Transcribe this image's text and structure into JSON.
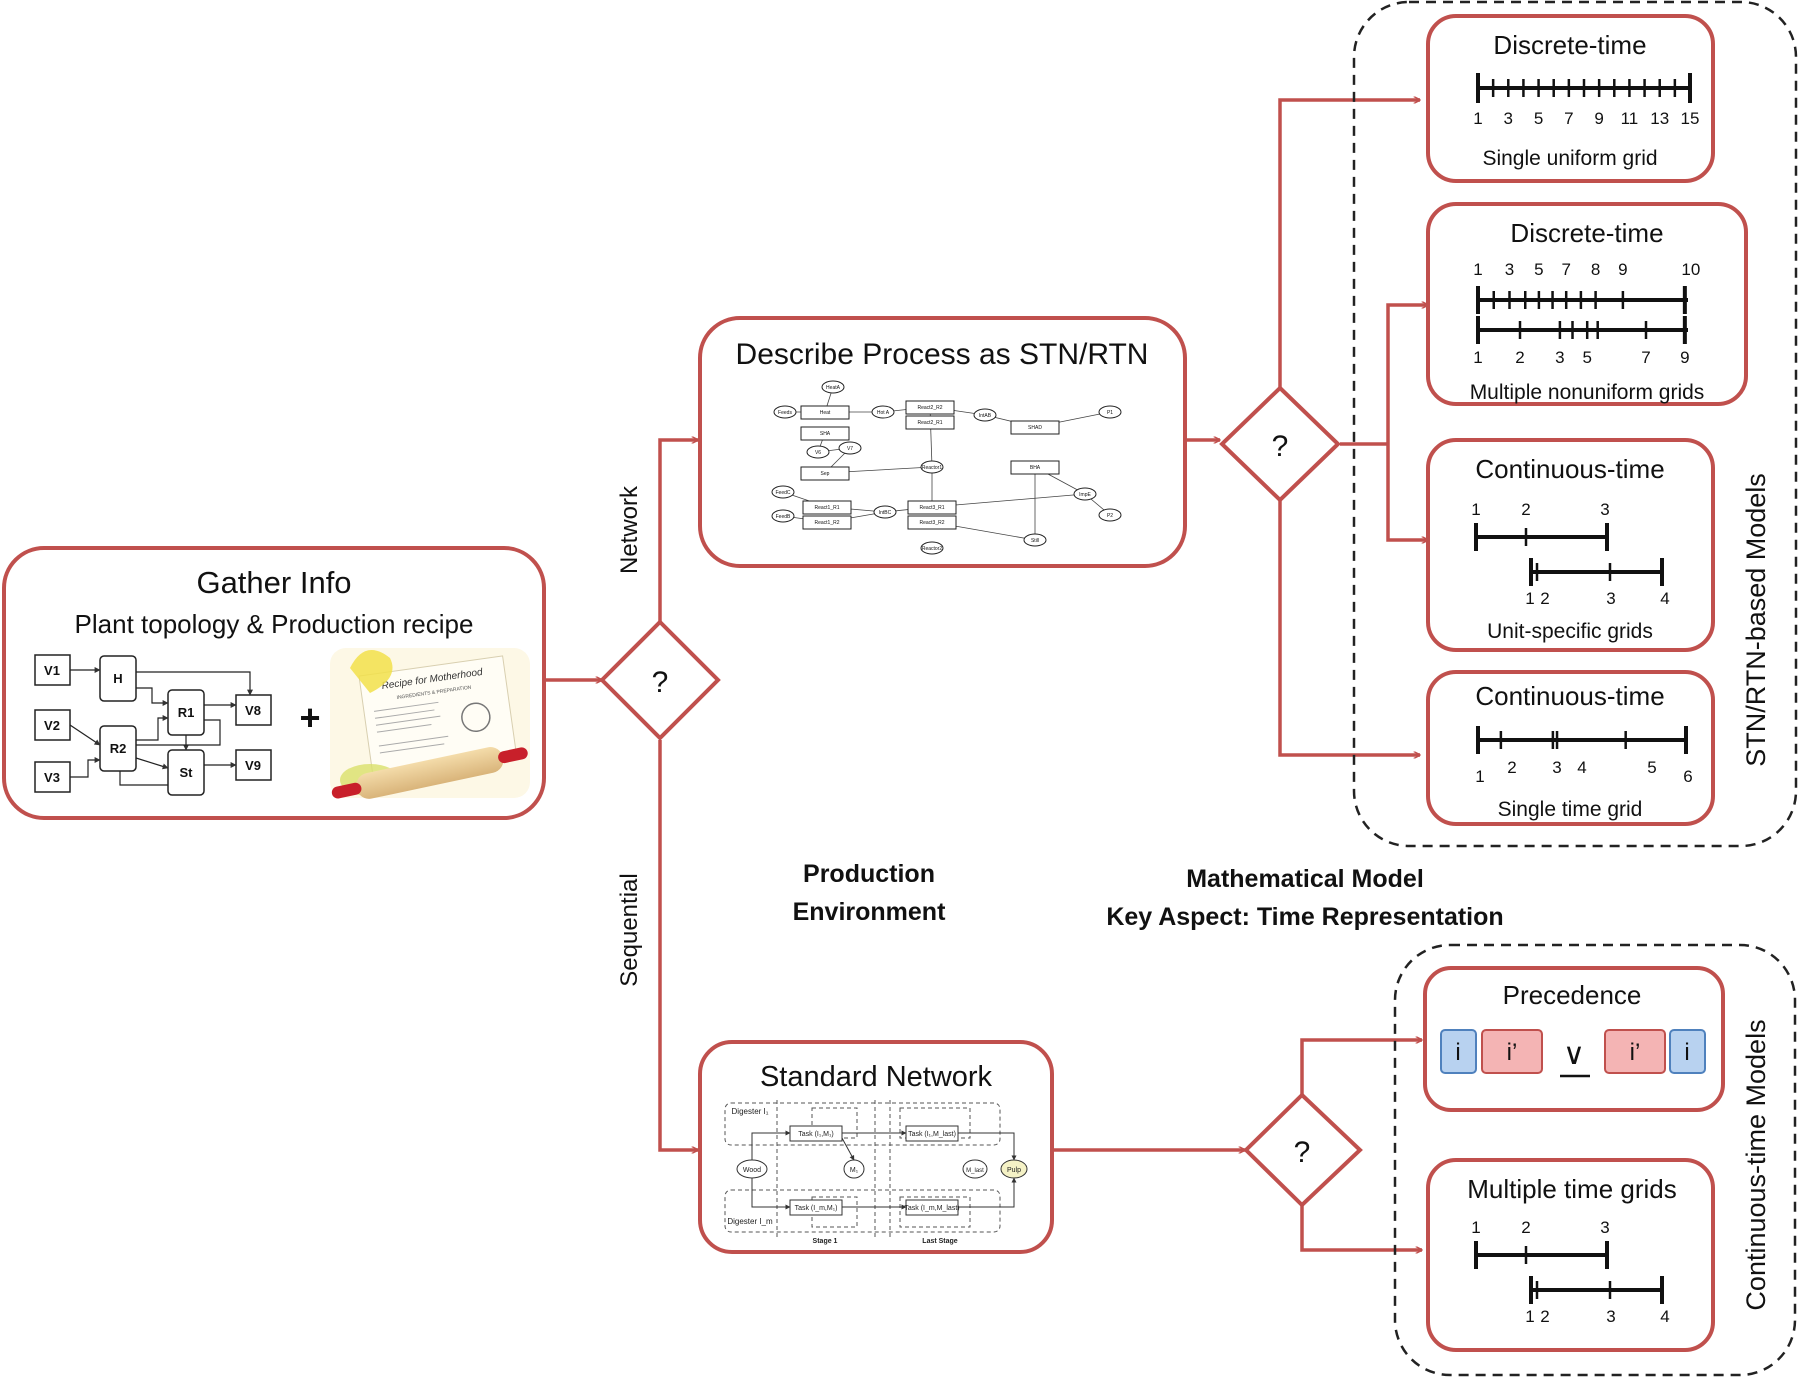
{
  "colors": {
    "accent": "#c0504d",
    "dashed": "#222222",
    "blue_fill": "#b8d2f0",
    "blue_stroke": "#4f81bd",
    "red_fill": "#f4b4b4"
  },
  "gather": {
    "title": "Gather Info",
    "subtitle": "Plant topology & Production recipe",
    "plus": "+",
    "topology": {
      "v1": "V1",
      "v2": "V2",
      "v3": "V3",
      "h": "H",
      "r1": "R1",
      "r2": "R2",
      "st": "St",
      "v8": "V8",
      "v9": "V9"
    },
    "recipe_card": {
      "title": "Recipe for Motherhood",
      "subtitle": "INGREDIENTS & PREPARATION"
    }
  },
  "decisions": {
    "main": "?",
    "stn": "?",
    "seq": "?"
  },
  "branches": {
    "network": "Network",
    "sequential": "Sequential"
  },
  "stn_box": {
    "title": "Describe Process as STN/RTN",
    "nodes": [
      "Feeds",
      "HeatA",
      "Heat",
      "Hot A",
      "React2_R2",
      "React2_R1",
      "IntAB",
      "P1",
      "SHA",
      "Sep",
      "SHAD",
      "BHA",
      "V6",
      "V7",
      "FeedC",
      "React1_R1",
      "React1_R2",
      "IntBC",
      "React3_R1",
      "React3_R2",
      "ImpE",
      "P2",
      "FeedB",
      "Reactor1",
      "Reactor2",
      "Still"
    ]
  },
  "std_box": {
    "title": "Standard Network",
    "labels": {
      "digester_top": "Digester I₁",
      "digester_bottom": "Digester I_m",
      "task_a": "Task (I₁,M₁)",
      "task_b": "Task (I₁,M_last)",
      "task_c": "Task (I_m,M₁)",
      "task_d": "Task (I_m,M_last)",
      "wood": "Wood",
      "m1": "M₁",
      "mlast": "M_last",
      "pulp": "Pulp",
      "stage1": "Stage 1",
      "last_stage": "Last Stage"
    }
  },
  "center_labels": {
    "production_line1": "Production",
    "production_line2": "Environment",
    "model_line1": "Mathematical Model",
    "model_line2": "Key Aspect: Time Representation"
  },
  "group_labels": {
    "stn_models": "STN/RTN-based Models",
    "continuous_models": "Continuous-time Models"
  },
  "models": {
    "m1": {
      "title": "Discrete-time",
      "ticks": [
        "1",
        "3",
        "5",
        "7",
        "9",
        "11",
        "13",
        "15"
      ],
      "caption": "Single uniform grid"
    },
    "m2": {
      "title": "Discrete-time",
      "top_ticks": [
        "1",
        "3",
        "5",
        "7",
        "8",
        "9",
        "10"
      ],
      "bottom_ticks": [
        "1",
        "2",
        "3",
        "5",
        "7",
        "9"
      ],
      "caption": "Multiple nonuniform grids"
    },
    "m3": {
      "title": "Continuous-time",
      "top_ticks": [
        "1",
        "2",
        "3"
      ],
      "bottom_ticks": [
        "1",
        "2",
        "3",
        "4"
      ],
      "caption": "Unit-specific grids"
    },
    "m4": {
      "title": "Continuous-time",
      "ticks": [
        "1",
        "2",
        "3",
        "4",
        "5",
        "6"
      ],
      "caption": "Single time grid"
    },
    "m5": {
      "title": "Precedence",
      "i": "i",
      "i_prime": "i’",
      "or_symbol": "∨"
    },
    "m6": {
      "title": "Multiple time grids",
      "top_ticks": [
        "1",
        "2",
        "3"
      ],
      "bottom_ticks": [
        "1",
        "2",
        "3",
        "4"
      ]
    }
  }
}
